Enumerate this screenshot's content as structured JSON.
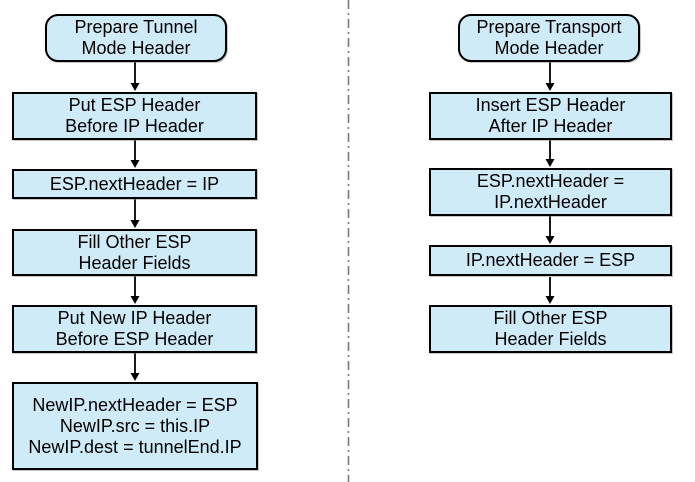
{
  "diagram": {
    "type": "flowchart",
    "columns": [
      {
        "id": "tunnel-mode",
        "nodes": [
          {
            "shape": "rounded",
            "label": "Prepare Tunnel\nMode Header"
          },
          {
            "shape": "rect",
            "label": "Put ESP Header\nBefore IP Header"
          },
          {
            "shape": "rect",
            "label": "ESP.nextHeader = IP"
          },
          {
            "shape": "rect",
            "label": "Fill Other ESP\nHeader Fields"
          },
          {
            "shape": "rect",
            "label": "Put New IP Header\nBefore ESP Header"
          },
          {
            "shape": "rect",
            "label": "NewIP.nextHeader = ESP\nNewIP.src = this.IP\nNewIP.dest = tunnelEnd.IP"
          }
        ]
      },
      {
        "id": "transport-mode",
        "nodes": [
          {
            "shape": "rounded",
            "label": "Prepare Transport\nMode Header"
          },
          {
            "shape": "rect",
            "label": "Insert ESP Header\nAfter IP Header"
          },
          {
            "shape": "rect",
            "label": "ESP.nextHeader =\nIP.nextHeader"
          },
          {
            "shape": "rect",
            "label": "IP.nextHeader = ESP"
          },
          {
            "shape": "rect",
            "label": "Fill Other ESP\nHeader Fields"
          }
        ]
      }
    ],
    "colors": {
      "node_fill": "#d0ebf8",
      "node_border": "#000000",
      "arrow": "#000000",
      "separator": "#7a7a7a",
      "background": "#ffffff"
    }
  }
}
